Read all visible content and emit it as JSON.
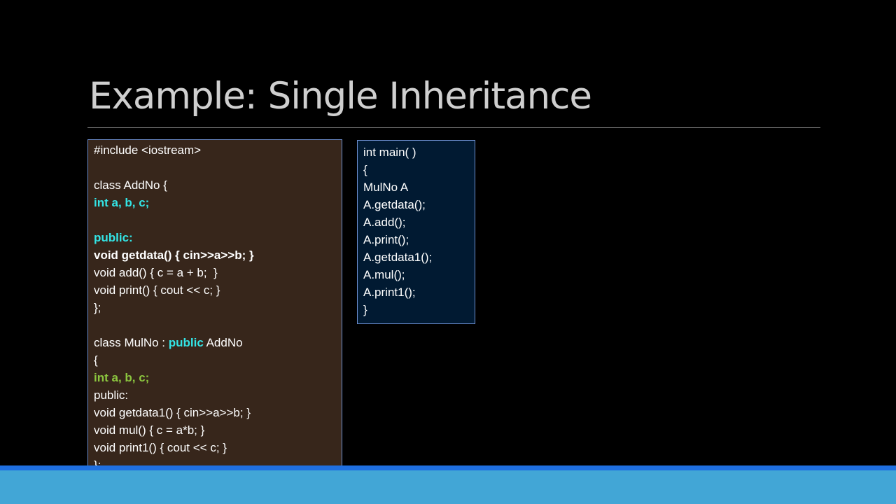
{
  "slide": {
    "title": "Example: Single Inheritance"
  },
  "left_code": {
    "include": "#include <iostream>",
    "class_addno": "class AddNo {",
    "members": "int a, b, c;",
    "public_label": "public:",
    "getdata": "void getdata() { cin>>a>>b; }",
    "add": "void add() { c = a + b;  }",
    "print": "void print() { cout << c; }",
    "close1": "};",
    "class_mulno_prefix": "class MulNo : ",
    "class_mulno_access": "public",
    "class_mulno_suffix": " AddNo",
    "open_brace": "{",
    "mulno_members": "int a, b, c;",
    "mulno_public": "public:",
    "getdata1": "void getdata1() { cin>>a>>b; }",
    "mul": "void mul() { c = a*b; }",
    "print1": "void print1() { cout << c; }",
    "close2": "};"
  },
  "right_code": {
    "lines": [
      "int main( )",
      "{",
      "MulNo A",
      "A.getdata();",
      "A.add();",
      "A.print();",
      "A.getdata1();",
      "A.mul();",
      "A.print1();",
      "}"
    ]
  },
  "colors": {
    "background": "#000000",
    "left_box": "#37261b",
    "right_box": "#011a32",
    "highlight_cyan": "#33e5e6",
    "highlight_green": "#8cc63f",
    "footer_dark": "#1f6fe0",
    "footer_light": "#42a6d6"
  }
}
